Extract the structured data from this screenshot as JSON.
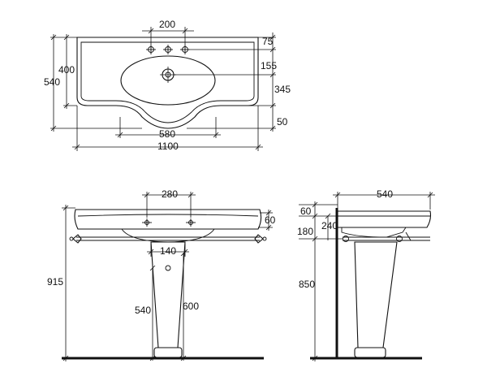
{
  "top_view": {
    "dims": {
      "tap_spacing": "200",
      "depth_back": "75",
      "depth_tap_to_drain": "155",
      "depth_drain_to_front": "345",
      "front_projection": "50",
      "overall_depth": "540",
      "depth_to_front_curve": "400",
      "bowl_width": "580",
      "overall_width": "1100"
    }
  },
  "front_view": {
    "dims": {
      "tap_spacing": "280",
      "rim_thickness": "60",
      "pedestal_width": "140",
      "overall_height": "915",
      "pedestal_height_inner": "540",
      "pedestal_height_outer": "600"
    }
  },
  "side_view": {
    "dims": {
      "overall_depth": "540",
      "rim_thickness": "60",
      "rail_offset": "240",
      "rail_height": "180",
      "basin_height": "850"
    }
  }
}
